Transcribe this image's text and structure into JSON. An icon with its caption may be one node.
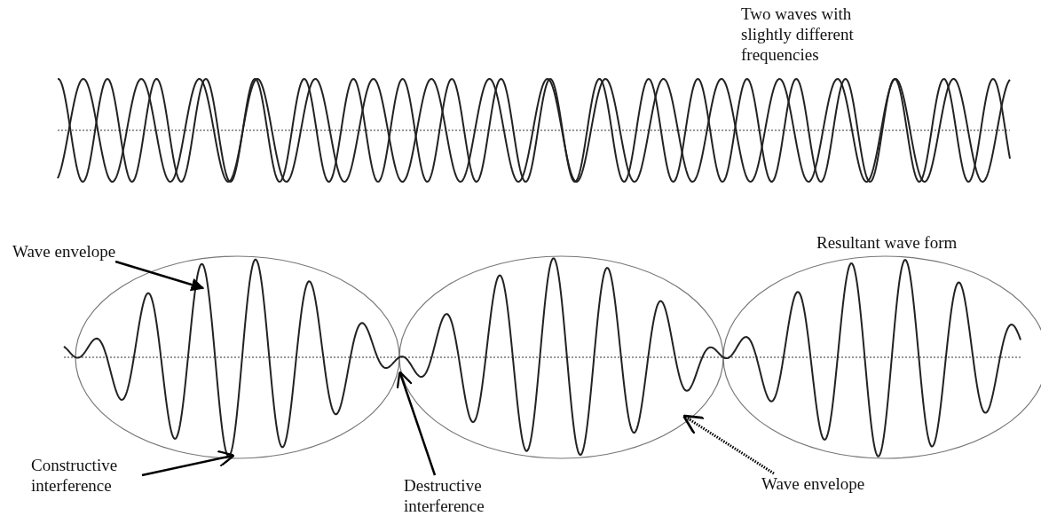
{
  "diagram": {
    "nodes": [
      {
        "text": [
          "Wave envelope"
        ]
      },
      {
        "text": [
          "Constructive interference"
        ]
      },
      {
        "text": [
          "Destructive interference"
        ]
      },
      {
        "text": [
          "Wave envelope"
        ]
      }
    ],
    "edges": [
      {
        "from": 0,
        "to": null,
        "arrow": "to"
      },
      {
        "from": 1,
        "to": null,
        "arrow": "to"
      },
      {
        "from": 2,
        "to": null,
        "arrow": "to"
      },
      {
        "from": 3,
        "to": null,
        "arrow": "to",
        "style": "dashed"
      }
    ],
    "labels": [
      "Two waves with slightly different frequencies",
      "Resultant wave form"
    ]
  }
}
